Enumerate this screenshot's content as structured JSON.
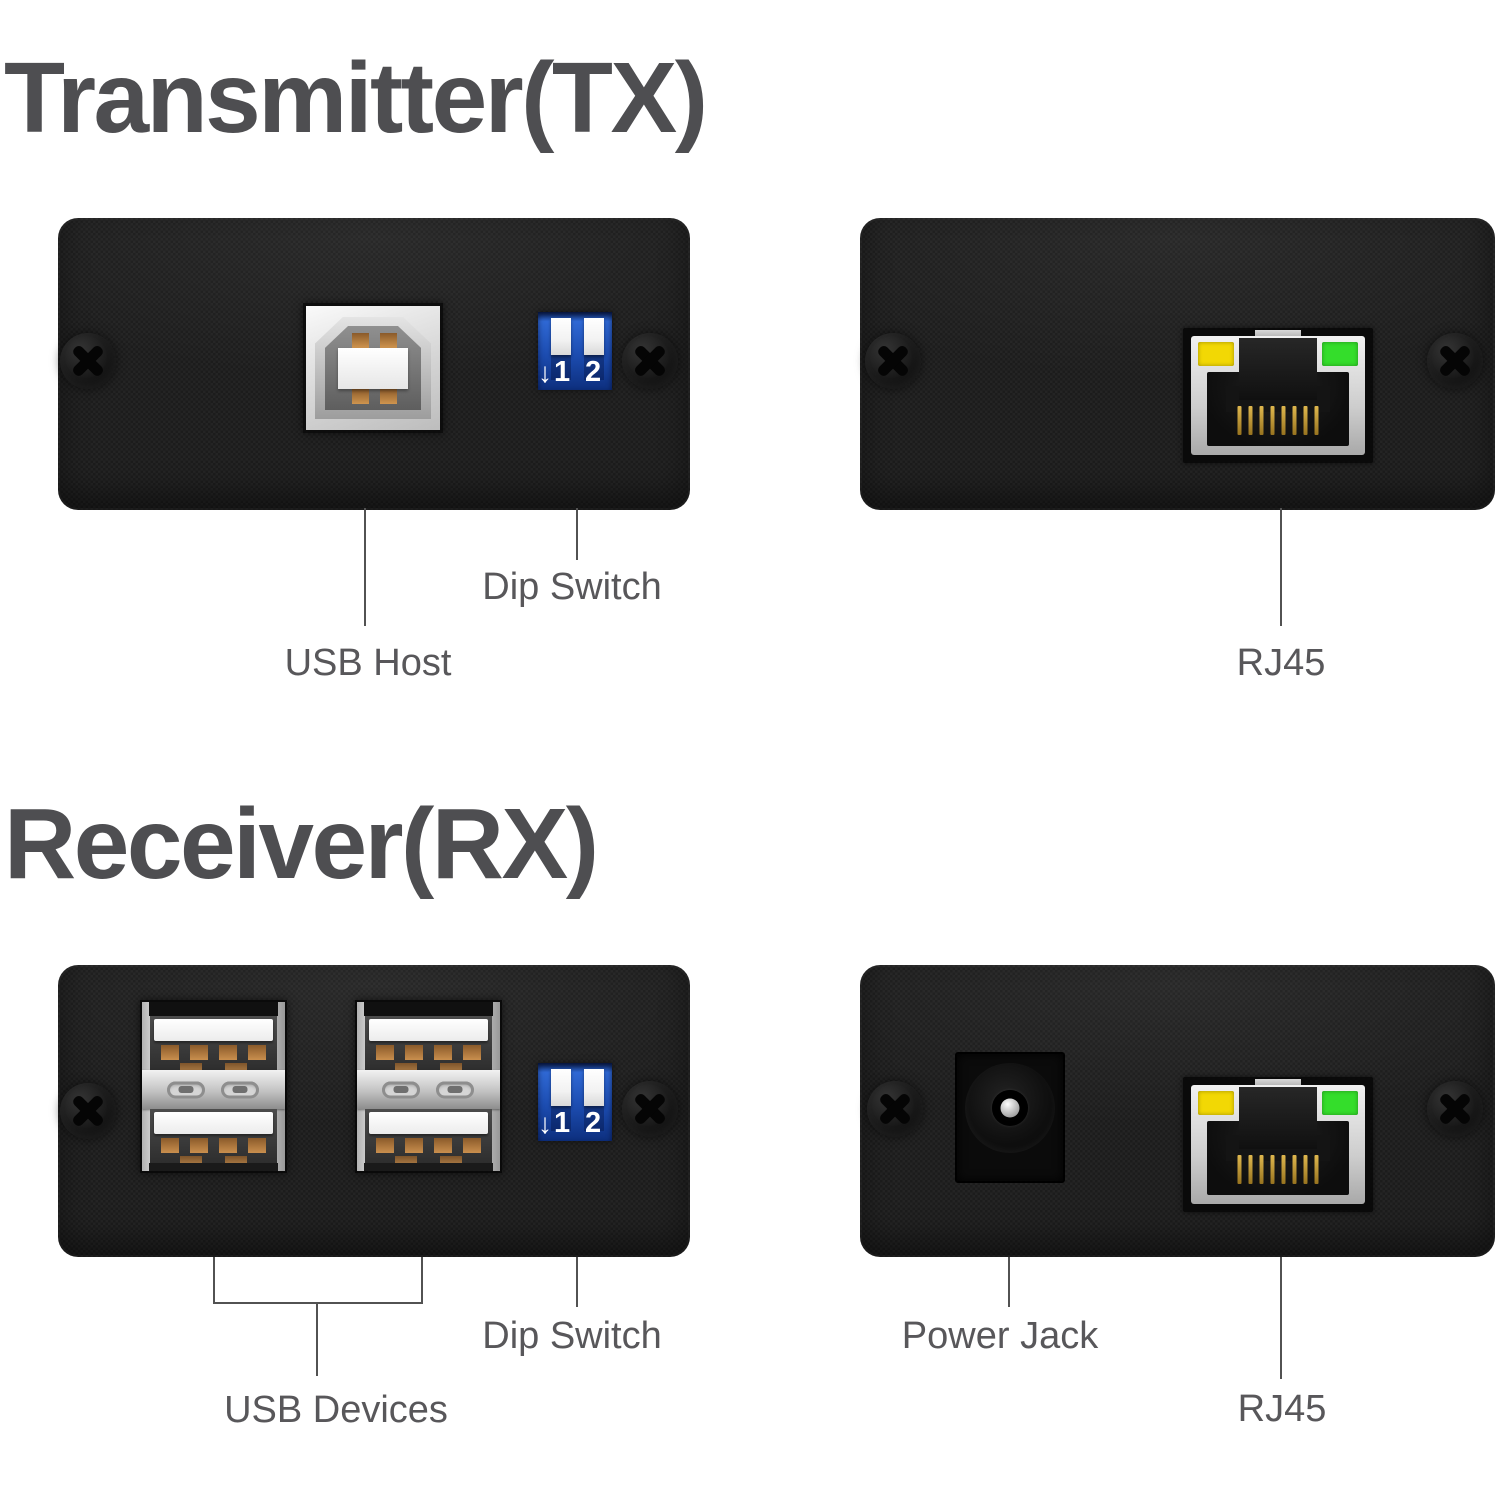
{
  "colors": {
    "background": "#ffffff",
    "heading_text": "#4e4e51",
    "label_text": "#58575a",
    "leader_line": "#525252",
    "panel_black": "#1e1e1e",
    "dip_switch_blue": "#1c4cb0",
    "led_yellow": "#f2d804",
    "led_green": "#34dd2b",
    "rj45_pin_gold": "#c29a3c",
    "usb_contact_copper": "#bd8147",
    "metal_silver": "#d4d4d4"
  },
  "transmitter": {
    "heading": "Transmitter(TX)",
    "left_panel": {
      "ports": [
        "usb-type-b-host-port",
        "dip-switch"
      ],
      "labels": {
        "usb_host": "USB Host",
        "dip_switch": "Dip Switch"
      }
    },
    "right_panel": {
      "ports": [
        "rj45-port"
      ],
      "labels": {
        "rj45": "RJ45"
      }
    }
  },
  "receiver": {
    "heading": "Receiver(RX)",
    "left_panel": {
      "ports": [
        "usb-a-port-x4",
        "dip-switch"
      ],
      "labels": {
        "usb_devices": "USB Devices",
        "dip_switch": "Dip Switch"
      }
    },
    "right_panel": {
      "ports": [
        "power-jack",
        "rj45-port"
      ],
      "labels": {
        "power_jack": "Power Jack",
        "rj45": "RJ45"
      }
    }
  },
  "dip_switch": {
    "arrow": "↓",
    "switch1": "1",
    "switch2": "2"
  }
}
